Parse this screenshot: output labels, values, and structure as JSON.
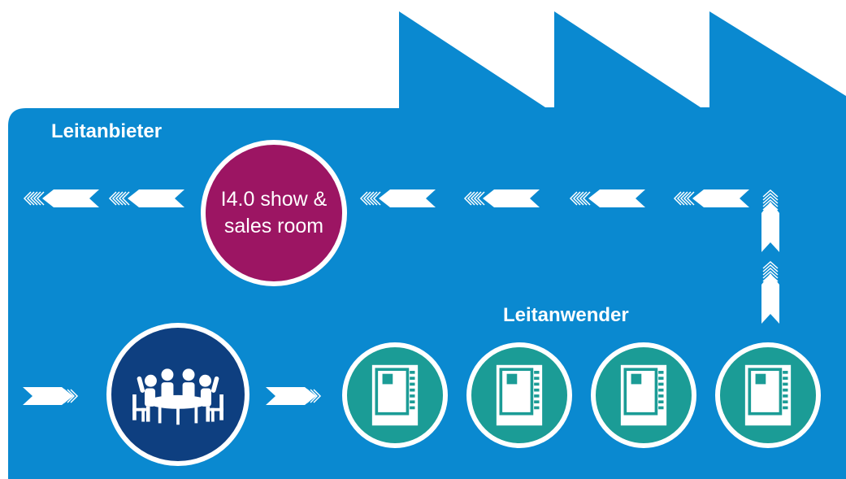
{
  "labels": {
    "provider": "Leitanbieter",
    "user": "Leitanwender"
  },
  "showroom": {
    "line1": "I4.0 show &",
    "line2": "sales room"
  },
  "icons": {
    "meeting": "meeting-table-icon",
    "machine": "machine-cabinet-icon"
  },
  "colors": {
    "factory": "#0a89d0",
    "showroom": "#9c1563",
    "meeting": "#0e3f80",
    "machine": "#1b9c96",
    "arrow": "#ffffff"
  }
}
